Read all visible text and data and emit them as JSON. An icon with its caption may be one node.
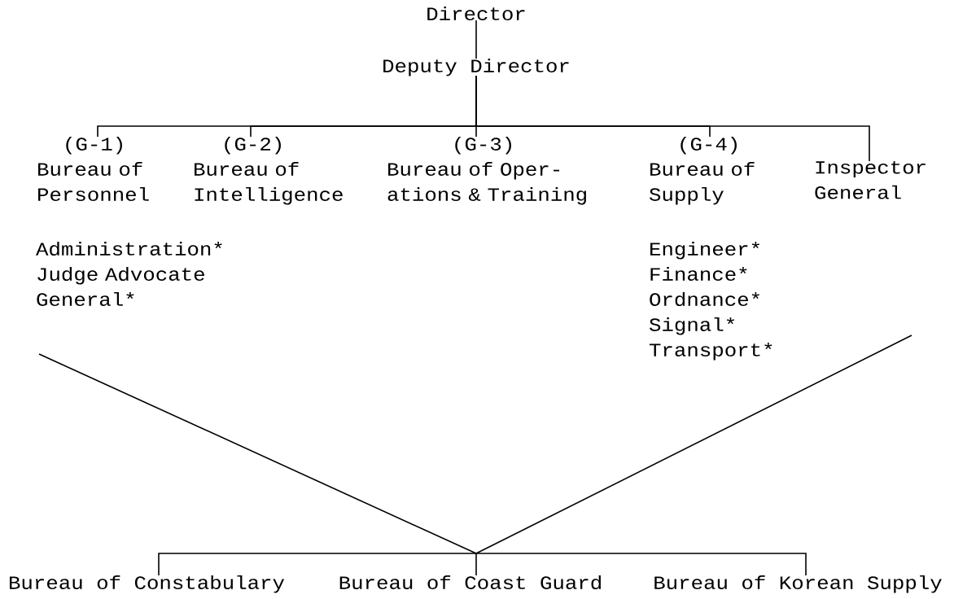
{
  "diagram": {
    "nodes": [
      {
        "text": [
          "Director"
        ]
      },
      {
        "text": [
          "Deputy Director"
        ]
      },
      {
        "text": [
          "(G-1)",
          "Bureau of Personnel"
        ],
        "beside": [
          "Administration*",
          "Judge Advocate General*"
        ]
      },
      {
        "text": [
          "(G-2)",
          "Bureau of Intelligence"
        ]
      },
      {
        "text": [
          "(G-3)",
          "Bureau of Oper- ations & Training"
        ]
      },
      {
        "text": [
          "(G-4)",
          "Bureau of Supply"
        ],
        "beside": [
          "Engineer*",
          "Finance*",
          "Ordnance*",
          "Signal*",
          "Transport*"
        ]
      },
      {
        "text": [
          "Inspector General"
        ]
      },
      {
        "text": [
          "Bureau of Constabulary"
        ]
      },
      {
        "text": [
          "Bureau of Coast Guard"
        ]
      },
      {
        "text": [
          "Bureau of Korean Supply"
        ]
      }
    ],
    "edges": [
      {
        "from": 0,
        "to": 1,
        "arrow": "none"
      },
      {
        "from": 1,
        "to": 2,
        "arrow": "none"
      },
      {
        "from": 1,
        "to": 3,
        "arrow": "none"
      },
      {
        "from": 1,
        "to": 4,
        "arrow": "none"
      },
      {
        "from": 1,
        "to": 5,
        "arrow": "none"
      },
      {
        "from": 1,
        "to": 6,
        "arrow": "none"
      },
      {
        "from": null,
        "to": 7,
        "arrow": "none"
      },
      {
        "from": null,
        "to": 8,
        "arrow": "none"
      },
      {
        "from": null,
        "to": 9,
        "arrow": "none"
      }
    ]
  }
}
